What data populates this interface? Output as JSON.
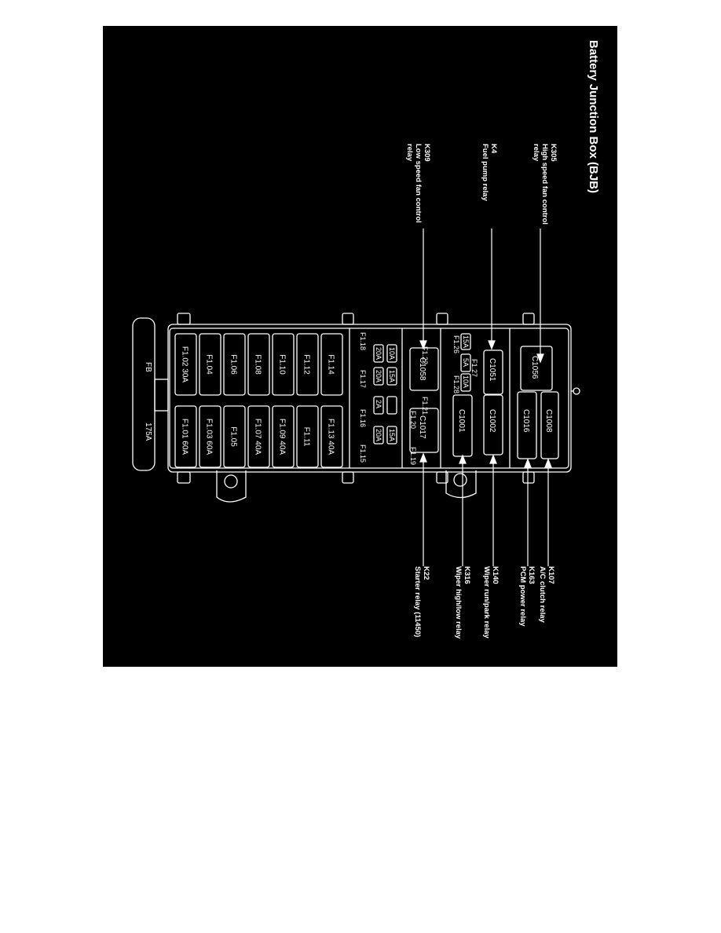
{
  "diagram": {
    "title": "Battery Junction Box (BJB)",
    "callouts_top": [
      {
        "code": "K305",
        "lines": [
          "High speed fan control",
          "relay"
        ]
      },
      {
        "code": "K4",
        "lines": [
          "Fuel pump relay"
        ]
      },
      {
        "code": "K309",
        "lines": [
          "Low speed fan control",
          "relay"
        ]
      }
    ],
    "callouts_bottom": [
      {
        "code": "K107",
        "lines": [
          "A/C clutch relay"
        ]
      },
      {
        "code": "K163",
        "lines": [
          "PCM power relay"
        ]
      },
      {
        "code": "K140",
        "lines": [
          "Wiper run/park relay"
        ]
      },
      {
        "code": "K316",
        "lines": [
          "Wiper high/low relay"
        ]
      },
      {
        "code": "K22",
        "lines": [
          "Starter relay (11450)"
        ]
      }
    ],
    "relays": {
      "c1056": "C1056",
      "c1008": "C1008",
      "c1016": "C1016",
      "c1051": "C1051",
      "c1002": "C1002",
      "c1001": "C1001",
      "c1058": "C1058",
      "c1017": "C1017"
    },
    "mini_fuses": {
      "f127_label": "F1.27",
      "f127_amp": "5A",
      "f128_label": "F1.28",
      "f128_amp": "10A",
      "f126_label": "F1.26",
      "f126_amp": "15A",
      "f122_label": "F1.22",
      "f122_amp_a": "10A",
      "f122_amp_b": "20A",
      "f121_label": "F1.21",
      "f121_amp_a": "15A",
      "f121_amp_b": "20A",
      "f120_label": "F1.20",
      "f120_amp": "2A",
      "f119_label": "F1.19",
      "f119_amp_a": "15A",
      "f119_amp_b": "20A",
      "f118_label": "F1.18",
      "f117_label": "F1.17",
      "f116_label": "F1.16",
      "f115_label": "F1.15"
    },
    "maxi_fuses_left": [
      "F1.14",
      "F1.12",
      "F1.10",
      "F1.08",
      "F1.06",
      "F1.04",
      "F1.02  30A"
    ],
    "maxi_fuses_right": [
      "F1.13  40A",
      "F1.11",
      "F1.09  40A",
      "F1.07  40A",
      "F1.05",
      "F1.03  60A",
      "F1.01  60A"
    ],
    "fusible_link": {
      "name": "FB",
      "rating": "175A"
    }
  }
}
